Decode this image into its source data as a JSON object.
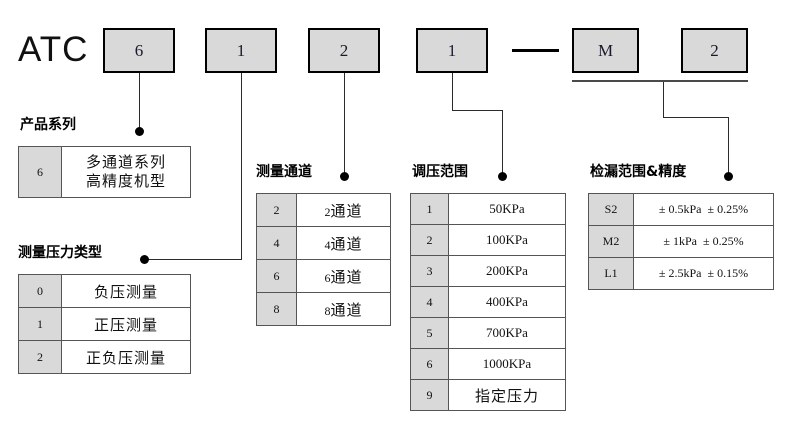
{
  "header": {
    "brand": "ATC",
    "codes": [
      "6",
      "1",
      "2",
      "1",
      "M",
      "2"
    ],
    "separator": "—"
  },
  "sections": {
    "product_series": {
      "caption": "产品系列",
      "rows": [
        {
          "code": "6",
          "line1": "多通道系列",
          "line2": "高精度机型"
        }
      ]
    },
    "pressure_type": {
      "caption": "测量压力类型",
      "rows": [
        {
          "code": "0",
          "label": "负压测量"
        },
        {
          "code": "1",
          "label": "正压测量"
        },
        {
          "code": "2",
          "label": "正负压测量"
        }
      ]
    },
    "channels": {
      "caption": "测量通道",
      "rows": [
        {
          "code": "2",
          "num": "2",
          "unit": "通道"
        },
        {
          "code": "4",
          "num": "4",
          "unit": "通道"
        },
        {
          "code": "6",
          "num": "6",
          "unit": "通道"
        },
        {
          "code": "8",
          "num": "8",
          "unit": "通道"
        }
      ]
    },
    "pressure_range": {
      "caption": "调压范围",
      "rows": [
        {
          "code": "1",
          "label": "50KPa"
        },
        {
          "code": "2",
          "label": "100KPa"
        },
        {
          "code": "3",
          "label": "200KPa"
        },
        {
          "code": "4",
          "label": "400KPa"
        },
        {
          "code": "5",
          "label": "700KPa"
        },
        {
          "code": "6",
          "label": "1000KPa"
        },
        {
          "code": "9",
          "label": "指定压力"
        }
      ]
    },
    "leak_detection": {
      "caption": "检漏范围&精度",
      "rows": [
        {
          "code": "S2",
          "range": "± 0.5kPa",
          "accuracy": "± 0.25%"
        },
        {
          "code": "M2",
          "range": "± 1kPa",
          "accuracy": "± 0.25%"
        },
        {
          "code": "L1",
          "range": "± 2.5kPa",
          "accuracy": "± 0.15%"
        }
      ]
    }
  },
  "colors": {
    "box_fill": "#d9d9d9",
    "border": "#000000",
    "line": "#2b2b2b",
    "background": "#ffffff"
  }
}
